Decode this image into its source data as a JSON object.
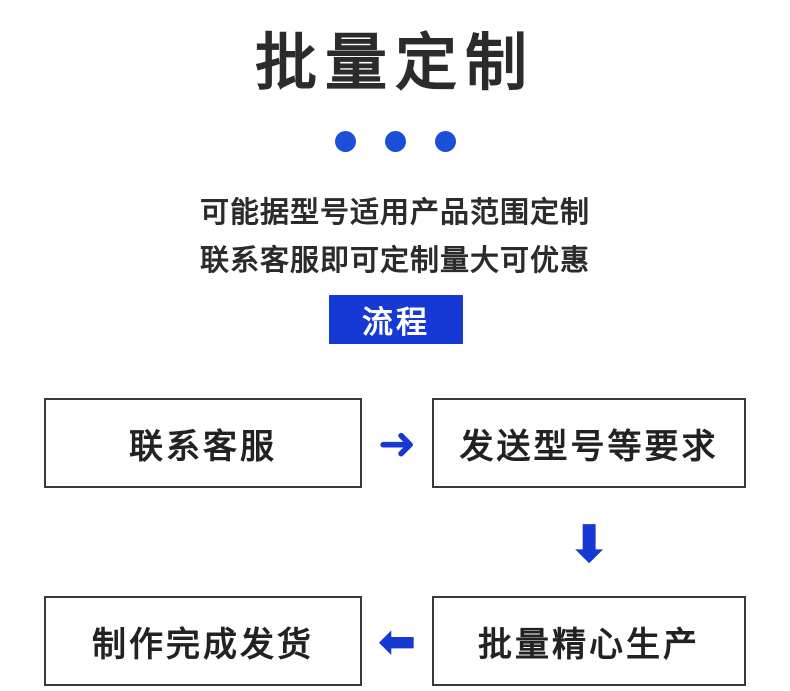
{
  "header": {
    "title": "批量定制",
    "dots_count": 3,
    "dot_color": "#1c4ed8",
    "subtitle_line1": "可能据型号适用产品范围定制",
    "subtitle_line2": "联系客服即可定制量大可优惠"
  },
  "flow": {
    "badge_label": "流程",
    "badge_bg": "#1638d4",
    "badge_text_color": "#ffffff",
    "arrow_color": "#1638d4",
    "steps": [
      {
        "id": "contact",
        "label": "联系客服"
      },
      {
        "id": "send",
        "label": "发送型号等要求"
      },
      {
        "id": "produce",
        "label": "批量精心生产"
      },
      {
        "id": "ship",
        "label": "制作完成发货"
      }
    ],
    "arrows": [
      {
        "id": "right-top",
        "glyph": "➜"
      },
      {
        "id": "down",
        "glyph": "⬇"
      },
      {
        "id": "left-bottom",
        "glyph": "⬅"
      }
    ]
  }
}
